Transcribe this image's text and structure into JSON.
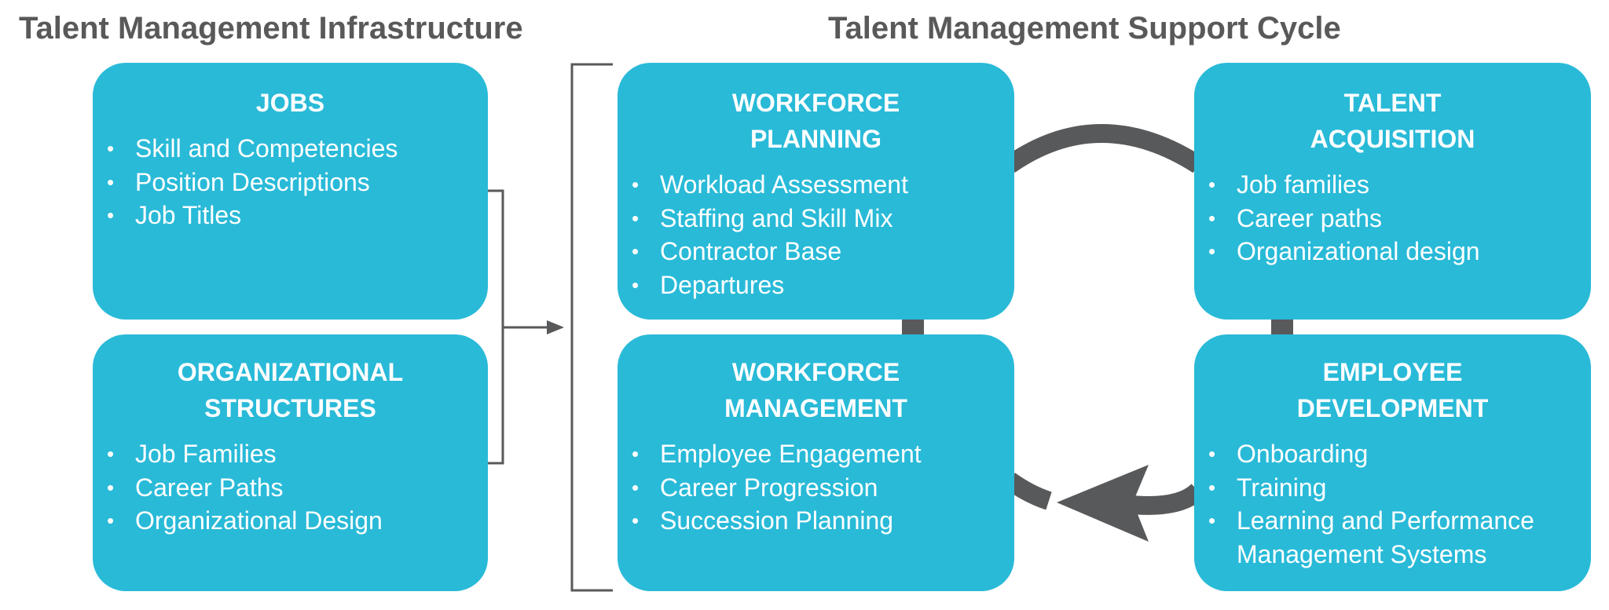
{
  "infrastructure": {
    "title": "Talent Management Infrastructure",
    "jobs": {
      "title": "JOBS",
      "items": [
        "Skill and Competencies",
        "Position Descriptions",
        "Job Titles"
      ]
    },
    "org_structures": {
      "title": "ORGANIZATIONAL\nSTRUCTURES",
      "items": [
        "Job Families",
        "Career Paths",
        "Organizational Design"
      ]
    }
  },
  "support_cycle": {
    "title": "Talent Management Support Cycle",
    "workforce_planning": {
      "title": "WORKFORCE\nPLANNING",
      "items": [
        "Workload Assessment",
        "Staffing and Skill Mix",
        "Contractor Base",
        "Departures"
      ]
    },
    "talent_acquisition": {
      "title": "TALENT\nACQUISITION",
      "items": [
        "Job families",
        "Career paths",
        "Organizational design"
      ]
    },
    "workforce_management": {
      "title": "WORKFORCE\nMANAGEMENT",
      "items": [
        "Employee Engagement",
        "Career Progression",
        "Succession Planning"
      ]
    },
    "employee_development": {
      "title": "EMPLOYEE\nDEVELOPMENT",
      "items": [
        "Onboarding",
        "Training",
        "Learning and Performance\nManagement Systems"
      ]
    }
  },
  "colors": {
    "card_fill": "#29BAD8",
    "card_text": "#FFFFFF",
    "heading_text": "#595959",
    "connector": "#58595B"
  }
}
